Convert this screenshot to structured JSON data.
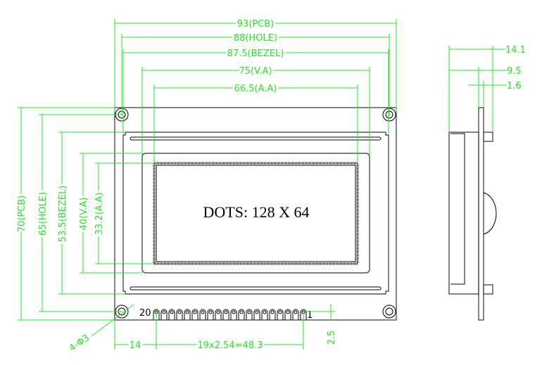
{
  "title": "Mechanical drawing - 128x64 graphic LCD module",
  "colors": {
    "dimension": "#22e622",
    "outline": "#333333"
  },
  "display_text": "DOTS: 128 X 64",
  "pin_labels": {
    "first": "1",
    "last": "20"
  },
  "pin_count": 20,
  "dimensions": {
    "horizontal": {
      "pcb": "93(PCB)",
      "hole": "88(HOLE)",
      "bezel": "87.5(BEZEL)",
      "va": "75(V.A)",
      "aa": "66.5(A.A)"
    },
    "vertical": {
      "pcb": "70(PCB)",
      "hole": "65(HOLE)",
      "bezel": "53.5(BEZEL)",
      "va": "40(V.A)",
      "aa": "33.2(A.A)"
    },
    "bottom": {
      "pin_offset": "14",
      "pin_pitch": "19x2.54=48.3",
      "pin_edge": "2.5",
      "holes": "4-Φ3"
    },
    "side": {
      "total": "14.1",
      "module": "9.5",
      "pcb_thickness": "1.6"
    }
  }
}
